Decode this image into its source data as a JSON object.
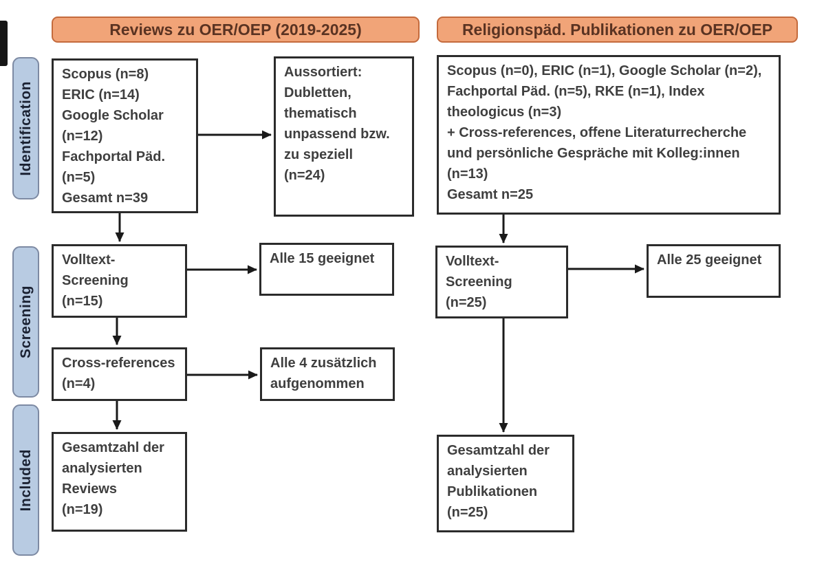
{
  "figure": {
    "type": "prisma-flowchart",
    "headers": [
      {
        "id": "reviews",
        "label": "Reviews zu OER/OEP (2019-2025)"
      },
      {
        "id": "religionspaed",
        "label": "Religionspäd. Publikationen zu OER/OEP"
      }
    ],
    "stages": [
      {
        "id": "identification",
        "label": "Identification"
      },
      {
        "id": "screening",
        "label": "Screening"
      },
      {
        "id": "included",
        "label": "Included"
      }
    ],
    "boxes": {
      "l1_sources": {
        "text": "Scopus (n=8)\nERIC (n=14)\nGoogle Scholar\n(n=12)\nFachportal Päd.\n(n=5)\nGesamt n=39"
      },
      "l2_excluded": {
        "text": "Aussortiert:\nDubletten,\nthematisch\nunpassend bzw.\nzu speziell\n(n=24)"
      },
      "l3_screening": {
        "text": "Volltext-\nScreening\n(n=15)"
      },
      "l4_eligible": {
        "text": "Alle 15 geeignet"
      },
      "l5_crossref": {
        "text": "Cross-references\n(n=4)"
      },
      "l6_added": {
        "text": "Alle 4 zusätzlich\naufgenommen"
      },
      "l7_total": {
        "text": "Gesamtzahl der\nanalysierten\nReviews\n(n=19)"
      },
      "r1_sources": {
        "text": "Scopus (n=0), ERIC (n=1), Google Scholar (n=2),\nFachportal Päd. (n=5), RKE (n=1), Index\ntheologicus (n=3)\n+ Cross-references, offene Literaturrecherche\nund persönliche Gespräche mit Kolleg:innen\n(n=13)\nGesamt n=25"
      },
      "r2_screening": {
        "text": "Volltext-\nScreening\n(n=25)"
      },
      "r3_eligible": {
        "text": "Alle 25 geeignet"
      },
      "r4_total": {
        "text": "Gesamtzahl der\nanalysierten\nPublikationen\n(n=25)"
      }
    },
    "counts": {
      "reviews_identified": 39,
      "reviews_excluded": 24,
      "reviews_fulltext": 15,
      "reviews_crossref": 4,
      "reviews_included": 19,
      "pubs_identified": 25,
      "pubs_fulltext": 25,
      "pubs_included": 25
    },
    "colors": {
      "header_fill": "#f1a478",
      "header_border": "#c46a3c",
      "header_text": "#5a3322",
      "stage_fill": "#b8cbe2",
      "stage_border": "#7d8aa3",
      "stage_text": "#1b2233",
      "box_border": "#2b2b2b",
      "box_text": "#3f3f3f",
      "arrow": "#1a1a1a",
      "background": "#ffffff"
    }
  }
}
